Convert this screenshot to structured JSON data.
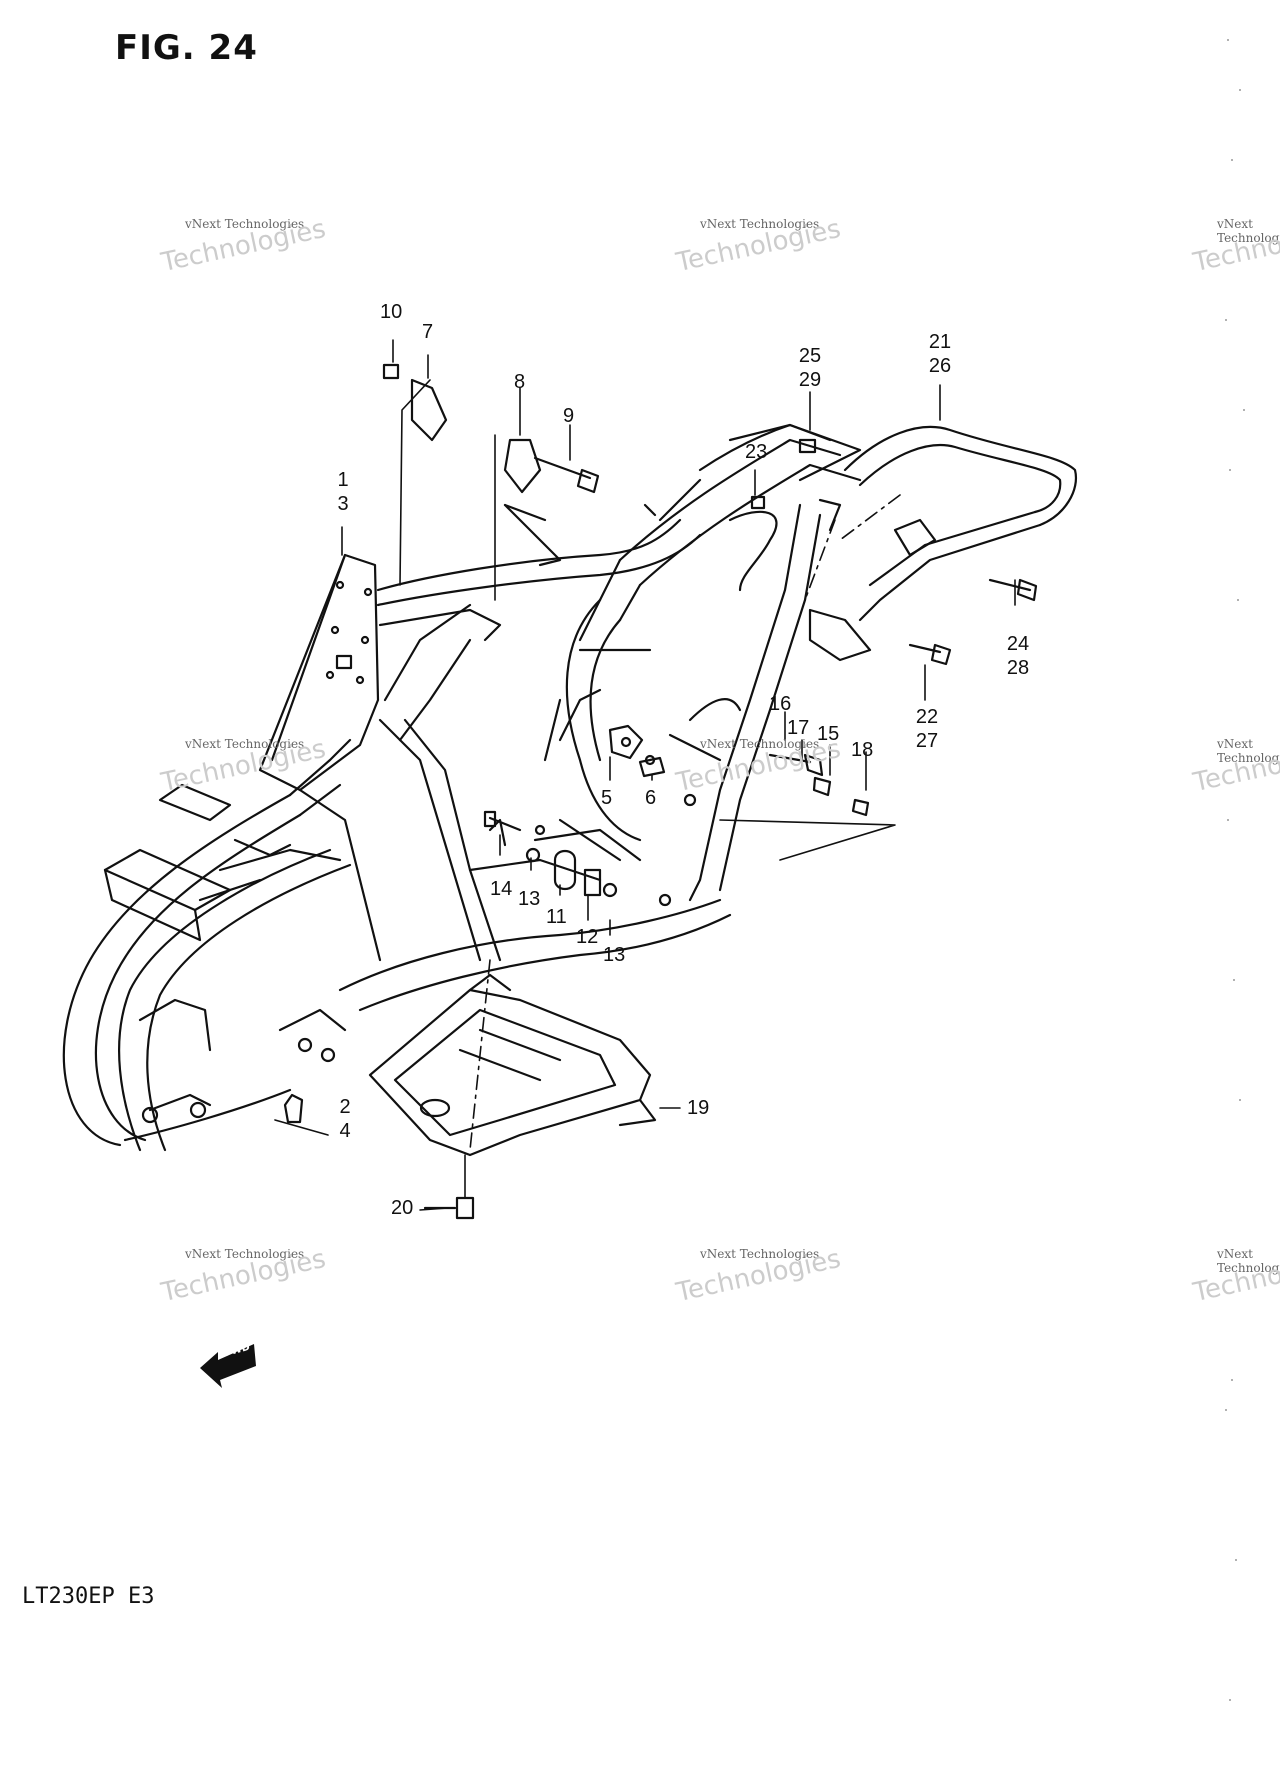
{
  "figure": {
    "title": "FIG. 24",
    "model": "LT230EP  E3",
    "fwd_label": "FWD"
  },
  "watermark": {
    "line1": "vNext Technologies",
    "line2": "Technologies"
  },
  "callouts": {
    "c1_3": "1\n3",
    "c2_4": "2\n4",
    "c5": "5",
    "c6": "6",
    "c7": "7",
    "c8": "8",
    "c9": "9",
    "c10": "10",
    "c11": "11",
    "c12": "12",
    "c13a": "13",
    "c13b": "13",
    "c14": "14",
    "c15": "15",
    "c16": "16",
    "c17": "17",
    "c18": "18",
    "c19": "19",
    "c20": "20",
    "c21_26": "21\n26",
    "c22_27": "22\n27",
    "c23": "23",
    "c24_28": "24\n28",
    "c25_29": "25\n29"
  }
}
